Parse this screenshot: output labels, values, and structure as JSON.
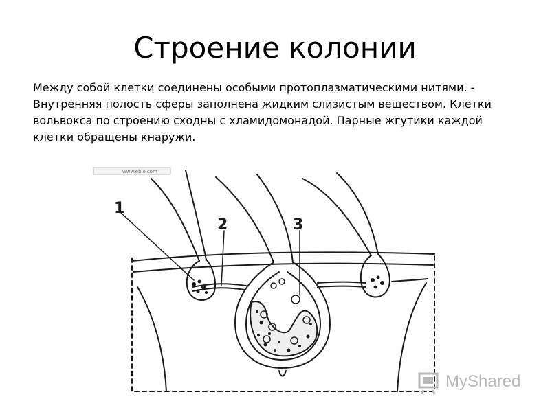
{
  "slide": {
    "title": "Строение колонии",
    "body": "Между собой клетки соединены особыми протоплазматическими нитями.  - Внутренняя полость сферы заполнена жидким слизистым веществом. Клетки вольвокса по строению сходны с хламидомонадой. Парные жгутики каждой клетки обращены кнаружи."
  },
  "diagram": {
    "source_strip": "www.ebio.com",
    "labels": [
      "1",
      "2",
      "3"
    ],
    "ink_color": "#1a1a1a"
  },
  "watermark": {
    "text": "MyShared",
    "color": "#b8b8b8"
  }
}
